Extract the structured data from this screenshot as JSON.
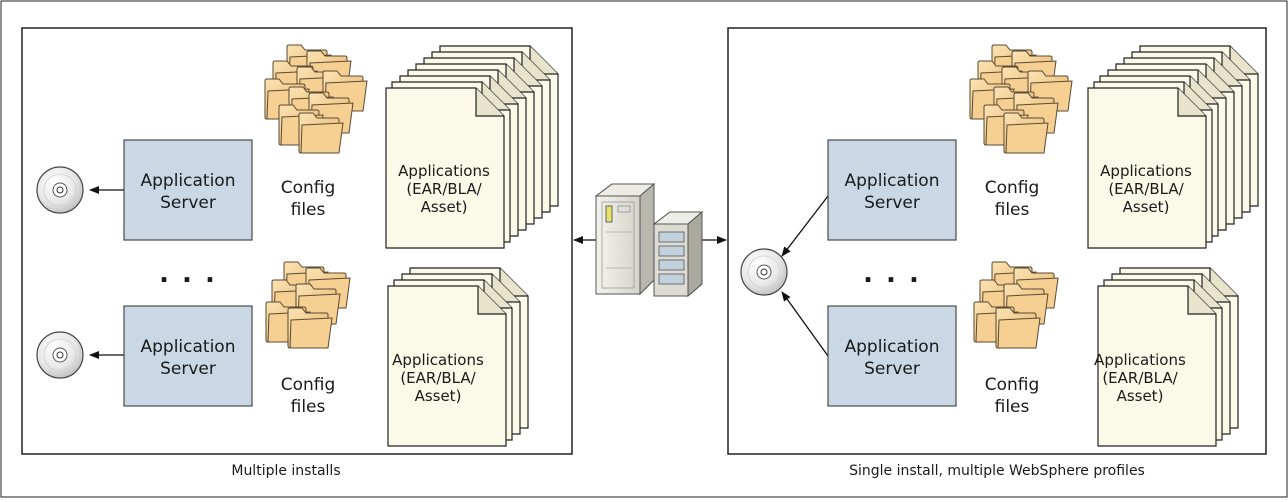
{
  "diagram": {
    "left_panel": {
      "caption": "Multiple installs",
      "ellipsis": ". . .",
      "groups": [
        {
          "server_line1": "Application",
          "server_line2": "Server",
          "config_line1": "Config",
          "config_line2": "files",
          "apps_line1": "Applications",
          "apps_line2": "(EAR/BLA/",
          "apps_line3": "Asset)"
        },
        {
          "server_line1": "Application",
          "server_line2": "Server",
          "config_line1": "Config",
          "config_line2": "files",
          "apps_line1": "Applications",
          "apps_line2": "(EAR/BLA/",
          "apps_line3": "Asset)"
        }
      ]
    },
    "right_panel": {
      "caption": "Single install, multiple WebSphere profiles",
      "ellipsis": ". . .",
      "groups": [
        {
          "server_line1": "Application",
          "server_line2": "Server",
          "config_line1": "Config",
          "config_line2": "files",
          "apps_line1": "Applications",
          "apps_line2": "(EAR/BLA/",
          "apps_line3": "Asset)"
        },
        {
          "server_line1": "Application",
          "server_line2": "Server",
          "config_line1": "Config",
          "config_line2": "files",
          "apps_line1": "Applications",
          "apps_line2": "(EAR/BLA/",
          "apps_line3": "Asset)"
        }
      ]
    },
    "icons": {
      "disc": "cd-disc-icon",
      "folder": "folder-stack-icon",
      "document": "document-stack-icon",
      "server": "server-machine-icon"
    },
    "colors": {
      "server_box": "#c9d8e4",
      "server_box_border": "#4a4a4a",
      "folder": "#f2c98a",
      "document": "#fbf9e8",
      "border": "#222222"
    }
  }
}
